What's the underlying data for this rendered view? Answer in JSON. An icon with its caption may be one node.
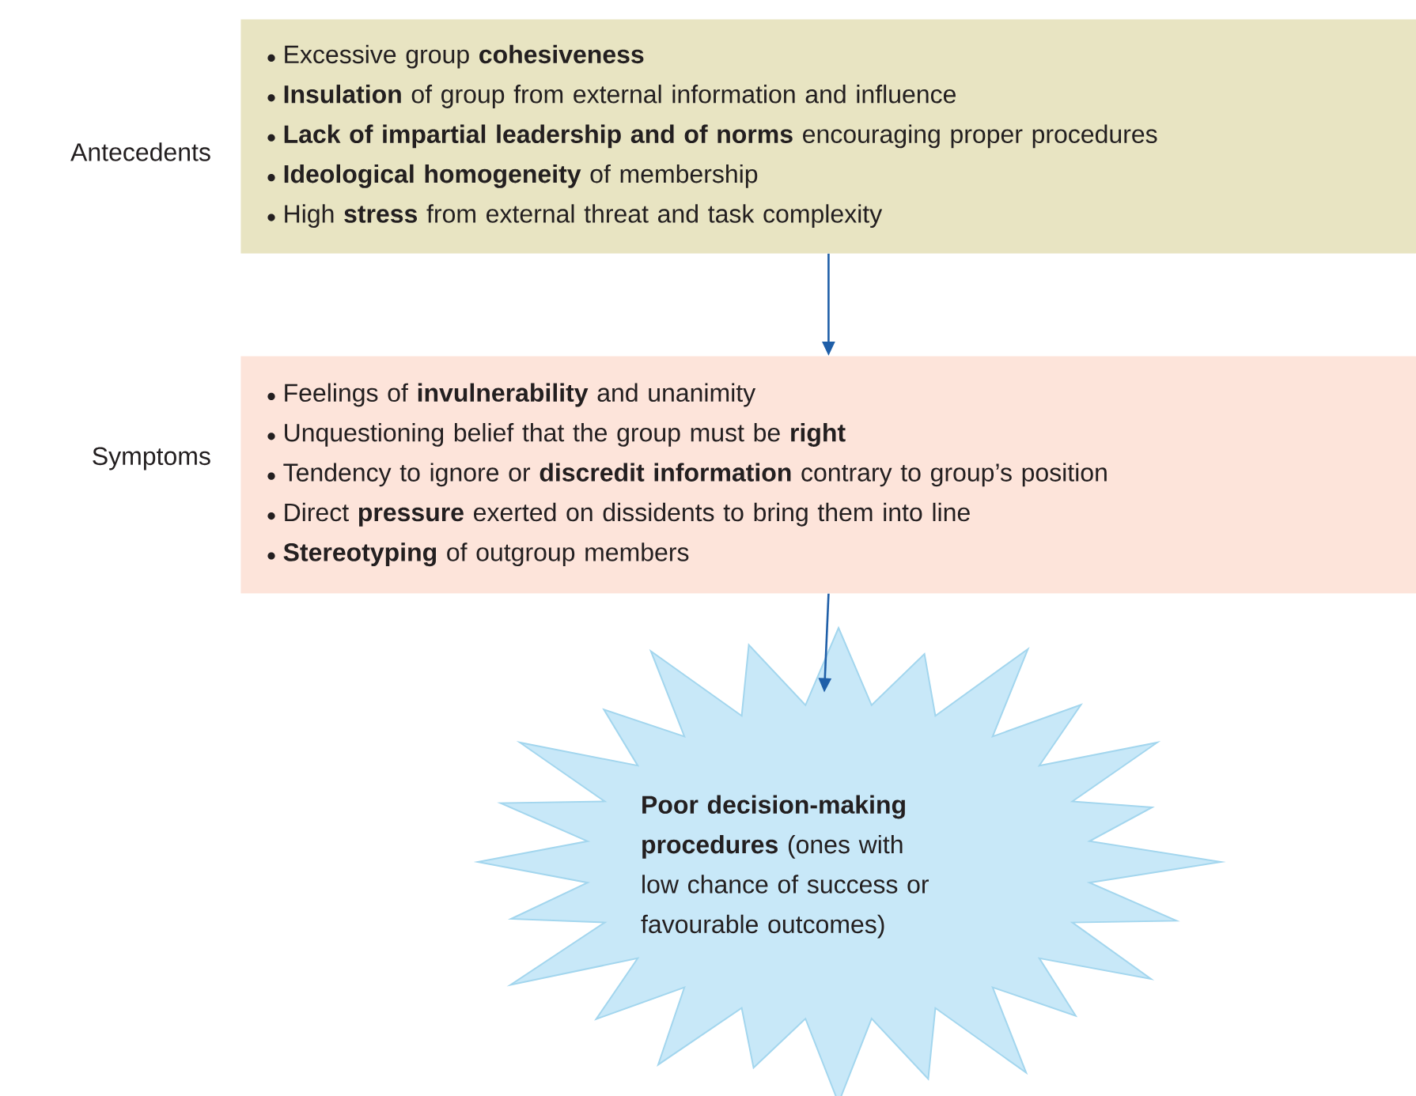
{
  "diagram": {
    "nodes": [
      {
        "text": [
          "Excessive group **cohesiveness**",
          "**Insulation** of group from external information and influence",
          "**Lack of impartial leadership and of norms** encouraging proper procedures",
          "**Ideological homogeneity** of membership",
          "High **stress** from external threat and task complexity"
        ],
        "beside": [
          "Antecedents"
        ]
      },
      {
        "text": [
          "Feelings of **invulnerability** and unanimity",
          "Unquestioning belief that the group must be **right**",
          "Tendency to ignore or **discredit information** contrary to group’s position",
          "Direct **pressure** exerted on dissidents to bring them into line",
          "**Stereotyping** of outgroup members"
        ],
        "beside": [
          "Symptoms"
        ]
      },
      {
        "text": [
          "**Poor decision-making procedures** (ones with low chance of success or favourable outcomes)"
        ]
      }
    ],
    "edges": [
      {
        "from": 0,
        "to": 1,
        "arrow": "to"
      },
      {
        "from": 1,
        "to": 2,
        "arrow": "to"
      }
    ]
  }
}
